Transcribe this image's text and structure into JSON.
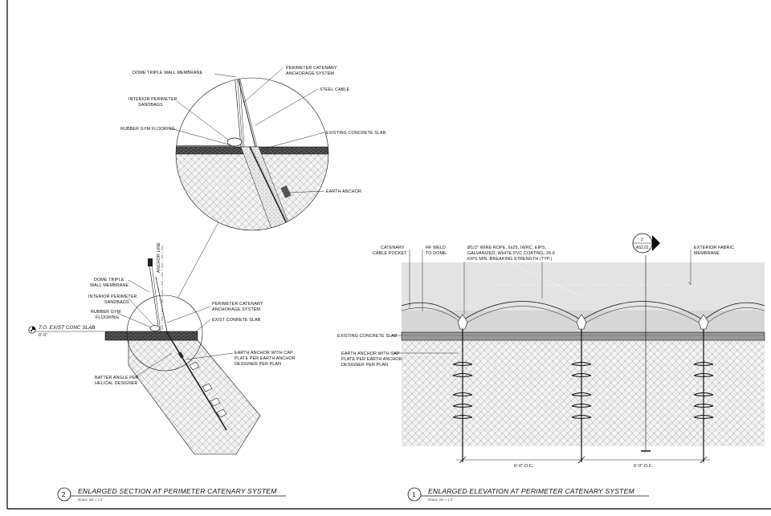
{
  "detail_2": {
    "number": "2",
    "title": "ENLARGED SECTION AT PERIMETER CATENARY SYSTEM",
    "scale": "SCALE: 3/4\" = 1'-0\"",
    "callout_labels": {
      "dome_membrane": "DOME TRIPLE WALL MEMBRANE",
      "anchorage": [
        "PERIMETER CATENARY",
        "ANCHORAGE SYSTEM"
      ],
      "steel_cable": "STEEL CABLE",
      "sandbags": [
        "INTERIOR PERIMETER",
        "SANDBAGS"
      ],
      "rubber_flooring": "RUBBER GYM FLOORING",
      "concrete_slab": "EXISTING CONCRETE SLAB",
      "earth_anchor": "EARTH ANCHOR"
    },
    "section_labels": {
      "anchor_line": "ANCHOR LINE",
      "dome_membrane": [
        "DOME TRIPLE",
        "WALL MEMBRANE"
      ],
      "sandbags": [
        "INTERIOR PERIMETER",
        "SANDBAGS"
      ],
      "rubber_flooring": [
        "RUBBER GYM",
        "FLOORING"
      ],
      "anchorage": [
        "PERIMETER CATENARY",
        "ANCHORAGE SYSTEM"
      ],
      "concrete_slab": "EXIST CONRETE SLAB",
      "earth_anchor": [
        "EARTH ANCHOR WITH CAP",
        "PLATE PER EARTH ANCHOR",
        "DESIGNER PER PLAN"
      ],
      "batter_angle": [
        "BATTER ANGLE PER",
        "HELICAL DESIGNER"
      ]
    },
    "elevation_marker": {
      "label": "T.O. EXIST CONC SLAB",
      "value": "0'-0\""
    }
  },
  "detail_1": {
    "number": "1",
    "title": "ENLARGED ELEVATION AT PERIMETER CATENARY SYSTEM",
    "scale": "SCALE: 3/4\" = 1'-0\"",
    "labels": {
      "cable_pocket": [
        "CATENARY",
        "CABLE POCKET"
      ],
      "rf_weld": [
        "RF WELD",
        "TO DOME"
      ],
      "wire_rope": [
        "Ø1/2\" WIRE ROPE, 6x25, IWRC, EIPS,",
        "GALVANIZED, WHITE PVC COATING, 26.6",
        "KIPS MIN. BREAKING STRENGTH (TYP.)"
      ],
      "fabric_membrane": [
        "EXTERIOR FABRIC",
        "MEMBRANE"
      ],
      "concrete_slab": "EXISTING CONCRETE SLAB",
      "earth_anchor": [
        "EARTH ANCHOR WITH CAP",
        "PLATE PER EARTH ANCHOR",
        "DESIGNER PER PLAN"
      ]
    },
    "section_marker": {
      "number": "2",
      "sheet": "A52.01"
    },
    "dimensions": [
      "6'-0\" O.C.",
      "6'-0\" O.C."
    ]
  }
}
